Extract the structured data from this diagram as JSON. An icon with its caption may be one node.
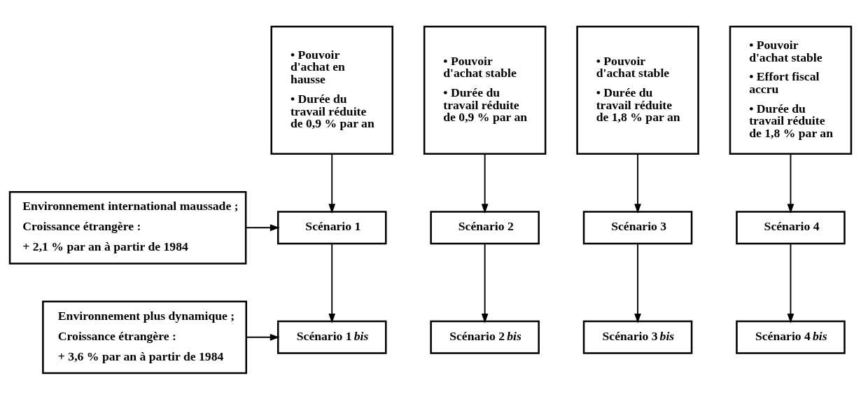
{
  "diagram": {
    "nodes": [
      {
        "text": [
          "• Pouvoir d'achat en hausse",
          "• Durée du travail réduite de 0,9 % par an"
        ]
      },
      {
        "text": [
          "• Pouvoir d'achat stable",
          "• Durée du travail réduite de 0,9 % par an"
        ]
      },
      {
        "text": [
          "• Pouvoir d'achat stable",
          "• Durée du travail réduite de 1,8 % par an"
        ]
      },
      {
        "text": [
          "• Pouvoir d'achat stable",
          "• Effort fiscal accru",
          "• Durée du travail réduite de 1,8 % par an"
        ]
      },
      {
        "text": [
          "Environnement international maussade ;",
          "Croissance étrangère :",
          "+ 2,1 % par an à partir de 1984"
        ]
      },
      {
        "text": [
          "Scénario 1"
        ]
      },
      {
        "text": [
          "Scénario 2"
        ]
      },
      {
        "text": [
          "Scénario 3"
        ]
      },
      {
        "text": [
          "Scénario 4"
        ]
      },
      {
        "text": [
          "Environnement plus dynamique ;",
          "Croissance étrangère :",
          "+ 3,6 % par an à partir de 1984"
        ]
      },
      {
        "text": [
          "Scénario 1 *bis*"
        ]
      },
      {
        "text": [
          "Scénario 2 *bis*"
        ]
      },
      {
        "text": [
          "Scénario 3 *bis*"
        ]
      },
      {
        "text": [
          "Scénario 4 *bis*"
        ]
      }
    ],
    "edges": [
      {
        "from": 0,
        "to": 5,
        "arrow": "to"
      },
      {
        "from": 1,
        "to": 6,
        "arrow": "to"
      },
      {
        "from": 2,
        "to": 7,
        "arrow": "to"
      },
      {
        "from": 3,
        "to": 8,
        "arrow": "to"
      },
      {
        "from": 4,
        "to": 5,
        "arrow": "to"
      },
      {
        "from": 5,
        "to": 10,
        "arrow": "to"
      },
      {
        "from": 6,
        "to": 11,
        "arrow": "to"
      },
      {
        "from": 7,
        "to": 12,
        "arrow": "to"
      },
      {
        "from": 8,
        "to": 13,
        "arrow": "to"
      },
      {
        "from": 9,
        "to": 10,
        "arrow": "to"
      }
    ]
  }
}
